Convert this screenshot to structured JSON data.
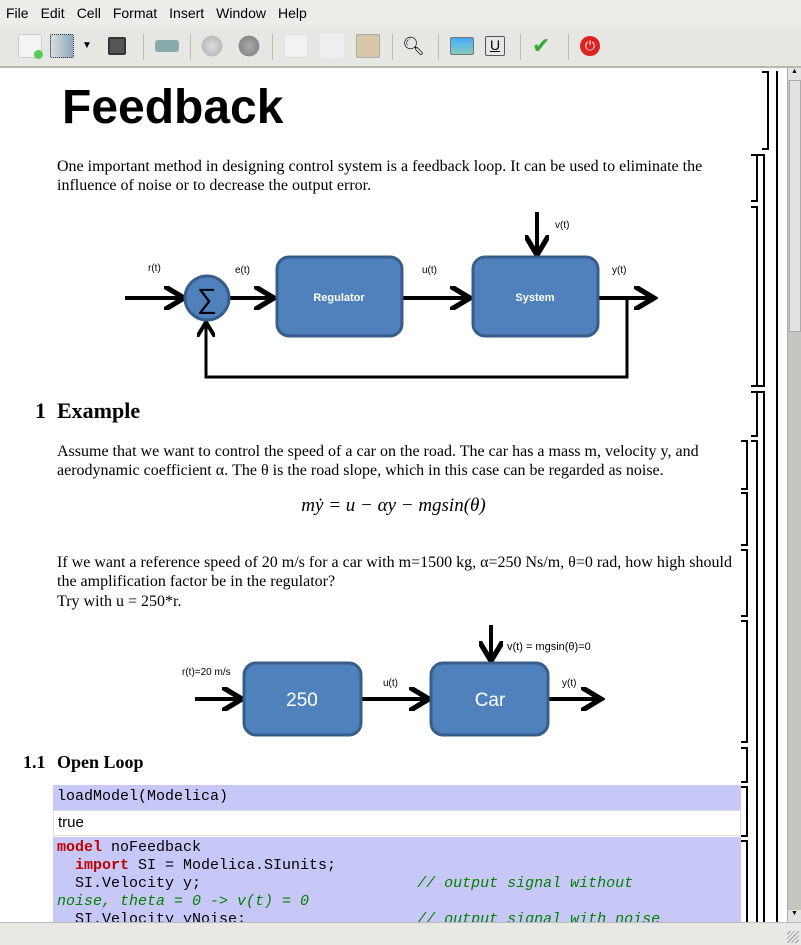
{
  "menu": [
    "File",
    "Edit",
    "Cell",
    "Format",
    "Insert",
    "Window",
    "Help"
  ],
  "toolbar": [
    "new-document-icon",
    "open-folder-icon",
    "dropdown-arrow-icon",
    "save-icon",
    "print-icon",
    "undo-icon",
    "redo-icon",
    "cut-icon",
    "copy-icon",
    "paste-icon",
    "search-icon",
    "image-icon",
    "underline-icon",
    "evaluate-check-icon",
    "quit-power-icon"
  ],
  "doc": {
    "title": "Feedback",
    "intro": "One important method in designing control system is a feedback loop. It can be used to eliminate the influence of noise or to decrease the output error.",
    "diagram1": {
      "r": "r(t)",
      "e": "e(t)",
      "sum": "∑",
      "regulator": "Regulator",
      "u": "u(t)",
      "system": "System",
      "v": "v(t)",
      "y": "y(t)"
    },
    "section_num": "1",
    "section_title": "Example",
    "example_text": "Assume that we want to control the speed of a car on the road. The car has a mass m, velocity y, and aerodynamic coefficient α. The θ is the road slope, which in this case can be regarded as noise.",
    "equation": "mẏ = u − αy − mgsin(θ)",
    "question": "If we want a reference speed of 20 m/s for a car with m=1500 kg, α=250 Ns/m, θ=0 rad, how high should the amplification factor be in the regulator?",
    "try": "Try with u = 250*r.",
    "diagram2": {
      "r": "r(t)=20 m/s",
      "gain": "250",
      "u": "u(t)",
      "car": "Car",
      "v": "v(t) = mgsin(θ)=0",
      "y": "y(t)"
    },
    "subsection_num": "1.1",
    "subsection_title": "Open Loop",
    "input1": "loadModel(Modelica)",
    "output1": "true",
    "code": {
      "l1_kw": "model",
      "l1": " noFeedback",
      "l2_kw": "  import",
      "l2": " SI = Modelica.SIunits;",
      "l3": "  SI.Velocity y;                        ",
      "l3_cm": "// output signal without",
      "l4_cm": "noise, theta = 0 -> v(t) = 0",
      "l5": "  SI.Velocity yNoise;                   ",
      "l5_cm": "// output signal with noise"
    }
  },
  "colors": {
    "block": "#4f81bd",
    "block_border": "#385d8a",
    "input_cell": "#c8c8f8"
  }
}
